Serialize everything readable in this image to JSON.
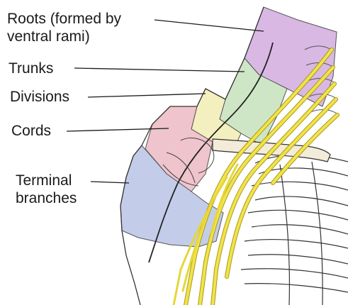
{
  "labels": {
    "roots_line1": "Roots (formed by",
    "roots_line2": "ventral rami)",
    "trunks": "Trunks",
    "divisions": "Divisions",
    "cords": "Cords",
    "terminal_line1": "Terminal",
    "terminal_line2": "branches"
  },
  "colors": {
    "roots": "#d9b8e4",
    "trunks": "#cfe6c6",
    "divisions": "#f4efbe",
    "cords": "#efc4cc",
    "terminal": "#c3cde9",
    "nerve": "#f1e34a",
    "outline": "#333333"
  }
}
